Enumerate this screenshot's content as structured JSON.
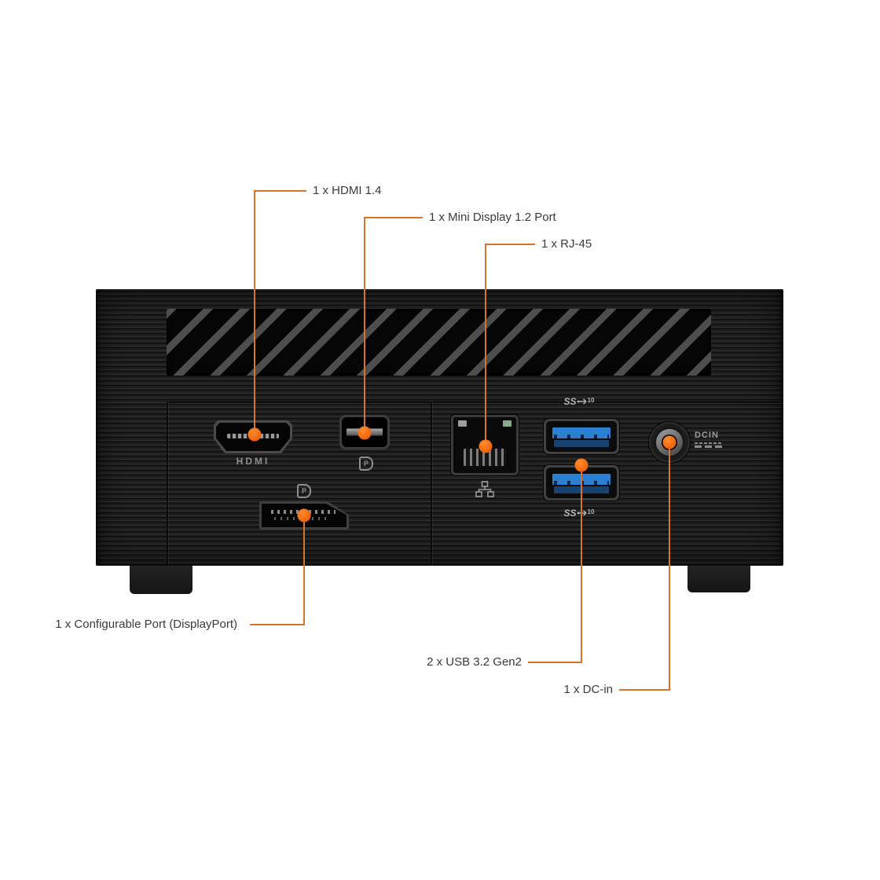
{
  "image": {
    "type": "mini-pc-rear-panel-port-diagram",
    "background": "#ffffff"
  },
  "device": {
    "hdmi_caption": "HDMI",
    "dp_logo": "P",
    "mini_dp_logo": "P",
    "usb_badge_text": "SS",
    "usb_badge_sup": "10",
    "dc_label": "DCIN"
  },
  "callouts": [
    {
      "id": "hdmi",
      "label": "1 x HDMI 1.4"
    },
    {
      "id": "mini-displayport",
      "label": "1 x Mini Display 1.2 Port"
    },
    {
      "id": "rj45",
      "label": "1 x RJ-45"
    },
    {
      "id": "configurable-displayport",
      "label": "1 x Configurable Port (DisplayPort)"
    },
    {
      "id": "usb",
      "label": "2 x USB 3.2 Gen2"
    },
    {
      "id": "dc-in",
      "label": "1 x DC-in"
    }
  ],
  "colors": {
    "callout_line": "#D9732B",
    "callout_dot": "#F0690C",
    "label_text": "#3A3A3A",
    "usb_blue": "#2B7FD0",
    "chassis": "#1C1C1C",
    "port_marking": "#9A9A9A"
  }
}
